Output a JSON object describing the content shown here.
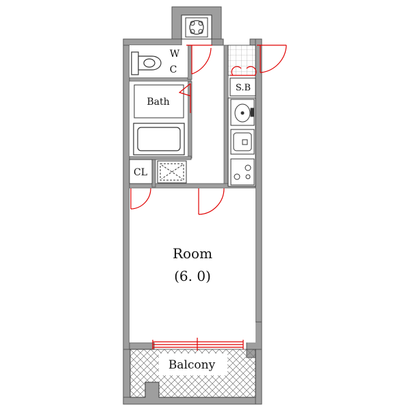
{
  "rooms": {
    "wc_line1": "W",
    "wc_line2": "C",
    "bath": "Bath",
    "sb": "S.B",
    "cl": "CL",
    "room_name": "Room",
    "room_size": "(6. 0)",
    "balcony": "Balcony"
  },
  "colors": {
    "wall": "#9e9e9e",
    "wall_edge": "#555555",
    "line": "#333333",
    "door": "#e00000",
    "hatch": "#777777"
  }
}
